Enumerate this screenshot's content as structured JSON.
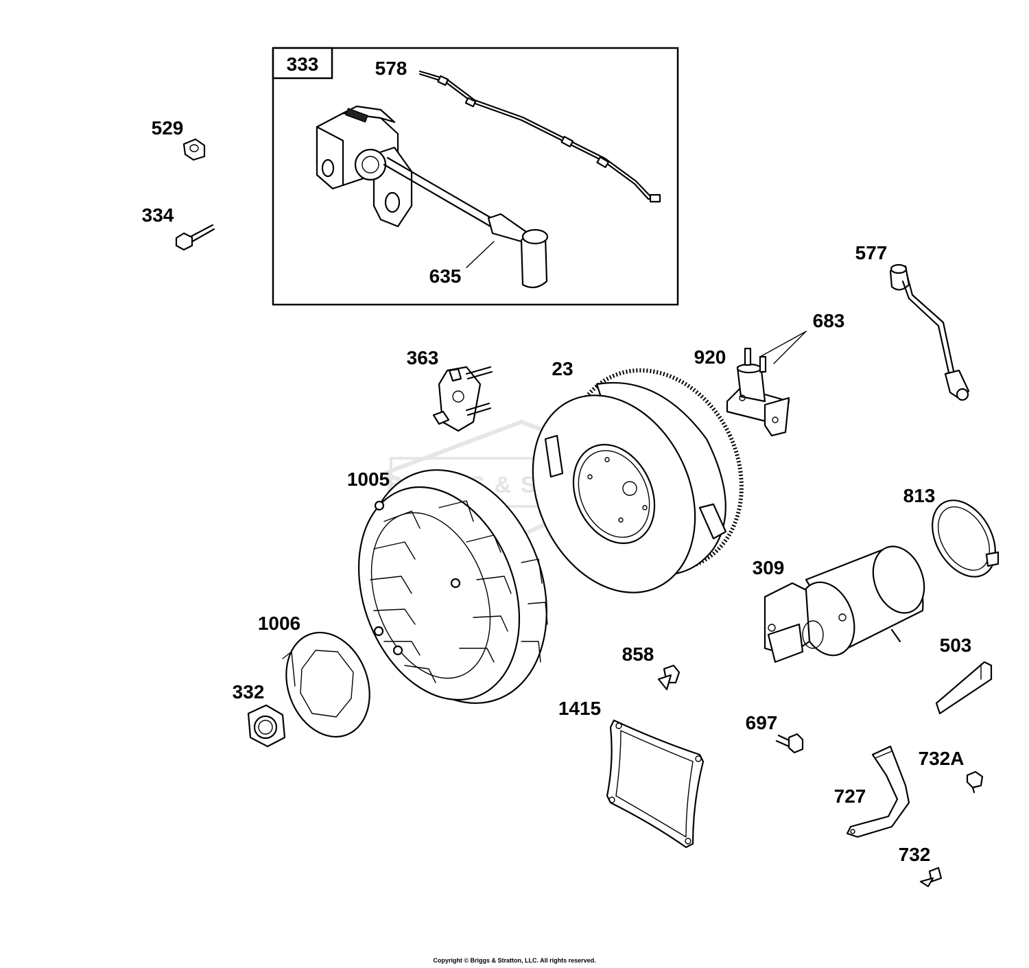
{
  "callouts": {
    "c333": "333",
    "c578": "578",
    "c529": "529",
    "c334": "334",
    "c635": "635",
    "c577": "577",
    "c683": "683",
    "c920": "920",
    "c363": "363",
    "c23": "23",
    "c1005": "1005",
    "c813": "813",
    "c309": "309",
    "c1006": "1006",
    "c858": "858",
    "c503": "503",
    "c332": "332",
    "c1415": "1415",
    "c697": "697",
    "c732A": "732A",
    "c727": "727",
    "c732": "732"
  },
  "watermark": "BRIGGS & STRATTON",
  "footer": {
    "copyright": "Copyright © Briggs & Stratton, LLC. All rights reserved."
  }
}
